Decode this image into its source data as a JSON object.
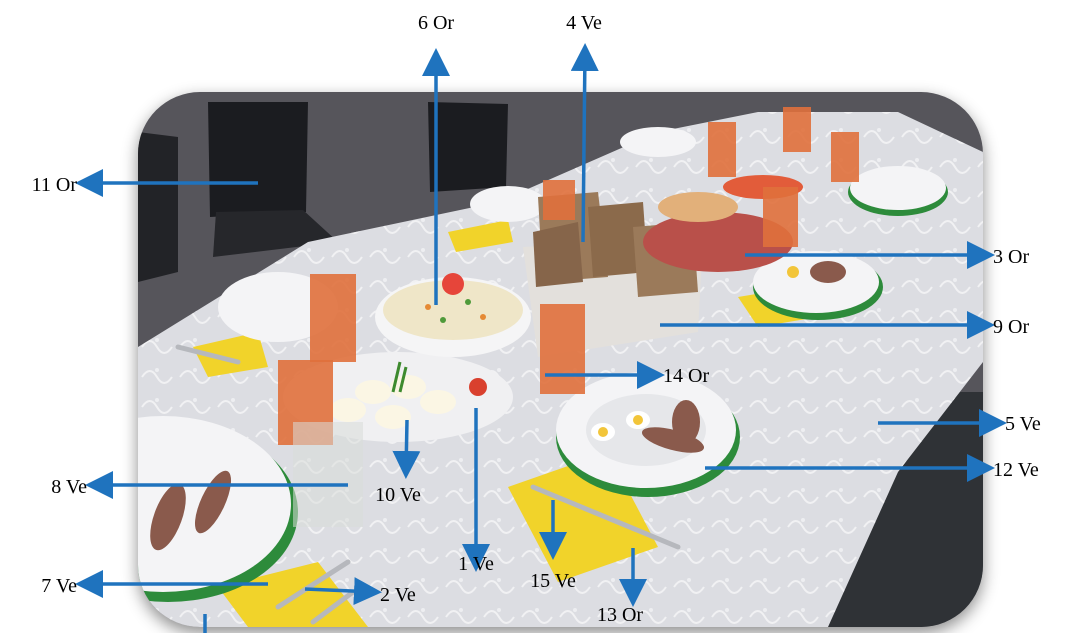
{
  "colors": {
    "arrow": "#1f73be",
    "tablecloth": "#dcdde2",
    "napkin": "#f1d32a",
    "wall": "#55545a",
    "floor": "#2f3236",
    "chair": "#1b1c20",
    "juice": "#e0703c"
  },
  "annotations": [
    {
      "id": "1",
      "label": "1 Ve"
    },
    {
      "id": "2",
      "label": "2 Ve"
    },
    {
      "id": "3",
      "label": "3 Or"
    },
    {
      "id": "4",
      "label": "4 Ve"
    },
    {
      "id": "5",
      "label": "5 Ve"
    },
    {
      "id": "6",
      "label": "6 Or"
    },
    {
      "id": "7",
      "label": "7 Ve"
    },
    {
      "id": "8",
      "label": "8 Ve"
    },
    {
      "id": "9",
      "label": "9 Or"
    },
    {
      "id": "10",
      "label": "10 Ve"
    },
    {
      "id": "11",
      "label": "11 Or"
    },
    {
      "id": "12",
      "label": "12 Ve"
    },
    {
      "id": "13",
      "label": "13 Or"
    },
    {
      "id": "14",
      "label": "14 Or"
    },
    {
      "id": "15",
      "label": "15 Ve"
    }
  ],
  "photo_items": {
    "chair": "chair",
    "bread": "bread-basket",
    "salad": "salad-bowl",
    "eggs": "deviled-eggs",
    "plates": "plates",
    "glasses": "juice-glasses",
    "cutlery": "cutlery",
    "napkins": "napkins",
    "tablecloth": "tablecloth"
  }
}
